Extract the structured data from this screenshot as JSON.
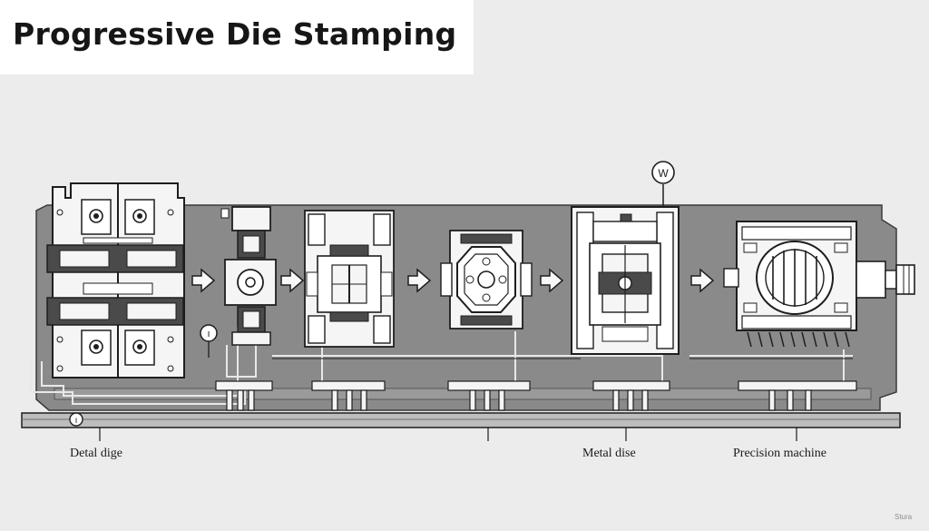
{
  "title": "Progressive Die Stamping",
  "labels": {
    "left": "Detal dige",
    "middle": "Metal dise",
    "right": "Precision machine"
  },
  "markers": {
    "w": "W",
    "gauge_1": "ı",
    "gauge_2": "ı"
  },
  "watermark": "Stura",
  "colors": {
    "background": "#ececec",
    "plate": "#8a8a8a",
    "line": "#1e1e1e",
    "part_fill": "#f6f6f6",
    "dark_part": "#4a4a4a"
  }
}
